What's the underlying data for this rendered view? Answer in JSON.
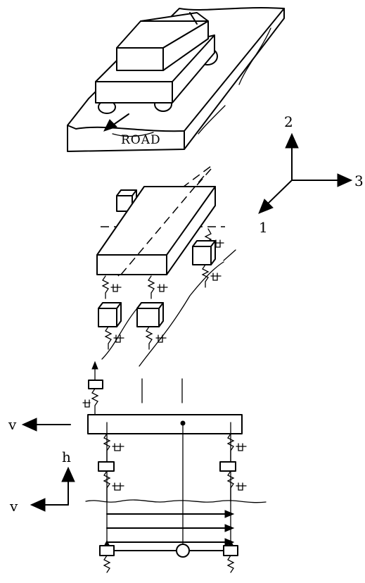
{
  "road_label": "ROAD",
  "axes_3d": {
    "axis_2": "2",
    "axis_3": "3",
    "axis_1": "1"
  },
  "side_view": {
    "velocity_label": "v"
  },
  "ground_axes": {
    "vertical_label": "h",
    "horizontal_label": "v"
  }
}
